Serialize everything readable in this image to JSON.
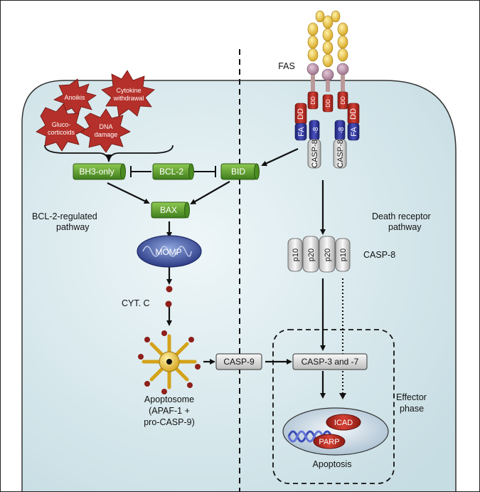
{
  "stimuli": [
    "Anoikis",
    "Cytokine withdrawal",
    "Gluco-corticoids",
    "DNA damage"
  ],
  "nodes": {
    "bh3": "BH3-only",
    "bcl2": "BCL-2",
    "bid": "BID",
    "bax": "BAX",
    "momp": "MOMP",
    "cytc": "CYT. C",
    "casp9": "CASP-9",
    "casp37": "CASP-3 and -7",
    "icad": "ICAD",
    "parp": "PARP"
  },
  "labels": {
    "fas": "FAS",
    "bcl2_pathway": "BCL-2-regulated pathway",
    "death_pathway": "Death receptor pathway",
    "casp8": "CASP-8",
    "apoptosome": "Apoptosome (APAF-1 + pro-CASP-9)",
    "effector": "Effector phase",
    "apoptosis": "Apoptosis"
  },
  "receptor": {
    "dd": "DD",
    "fadd": "FA DD",
    "casp8_dimer": "CASP-8",
    "subunits": [
      "p10",
      "p20",
      "p20",
      "p10"
    ]
  },
  "colors": {
    "cell": "#d5e6ea",
    "green": "#5a9a2b",
    "red": "#b22a22",
    "navy": "#2a2f8f",
    "mito": "#3d4f9c"
  }
}
